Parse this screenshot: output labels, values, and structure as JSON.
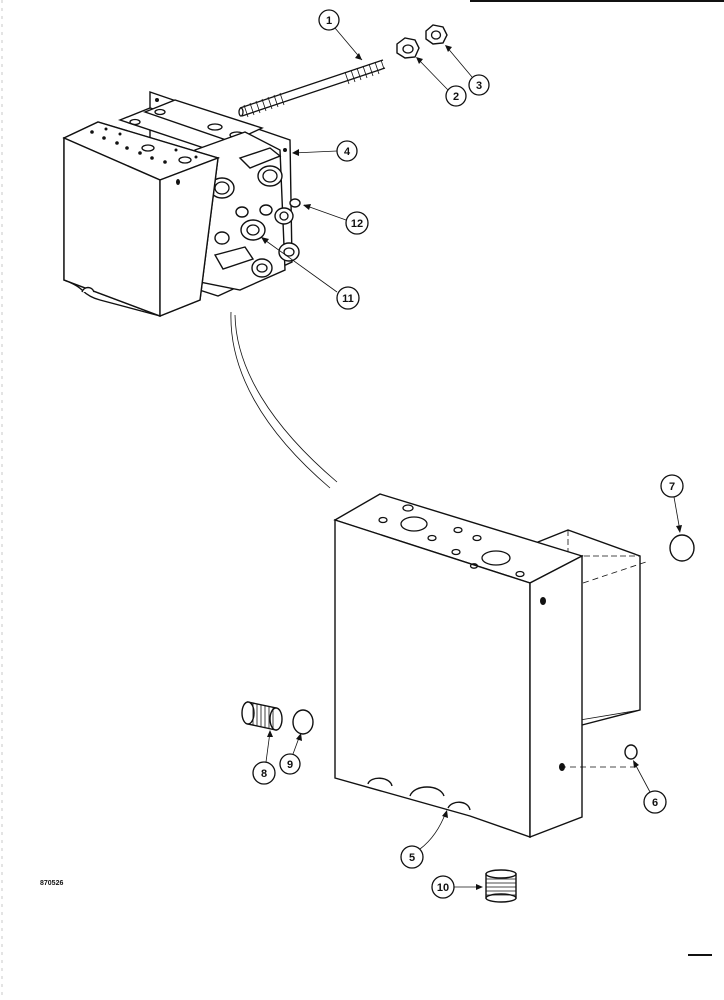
{
  "figure_id": "870526",
  "callouts": {
    "c1": "1",
    "c2": "2",
    "c3": "3",
    "c4": "4",
    "c5": "5",
    "c6": "6",
    "c7": "7",
    "c8": "8",
    "c9": "9",
    "c10": "10",
    "c11": "11",
    "c12": "12"
  }
}
